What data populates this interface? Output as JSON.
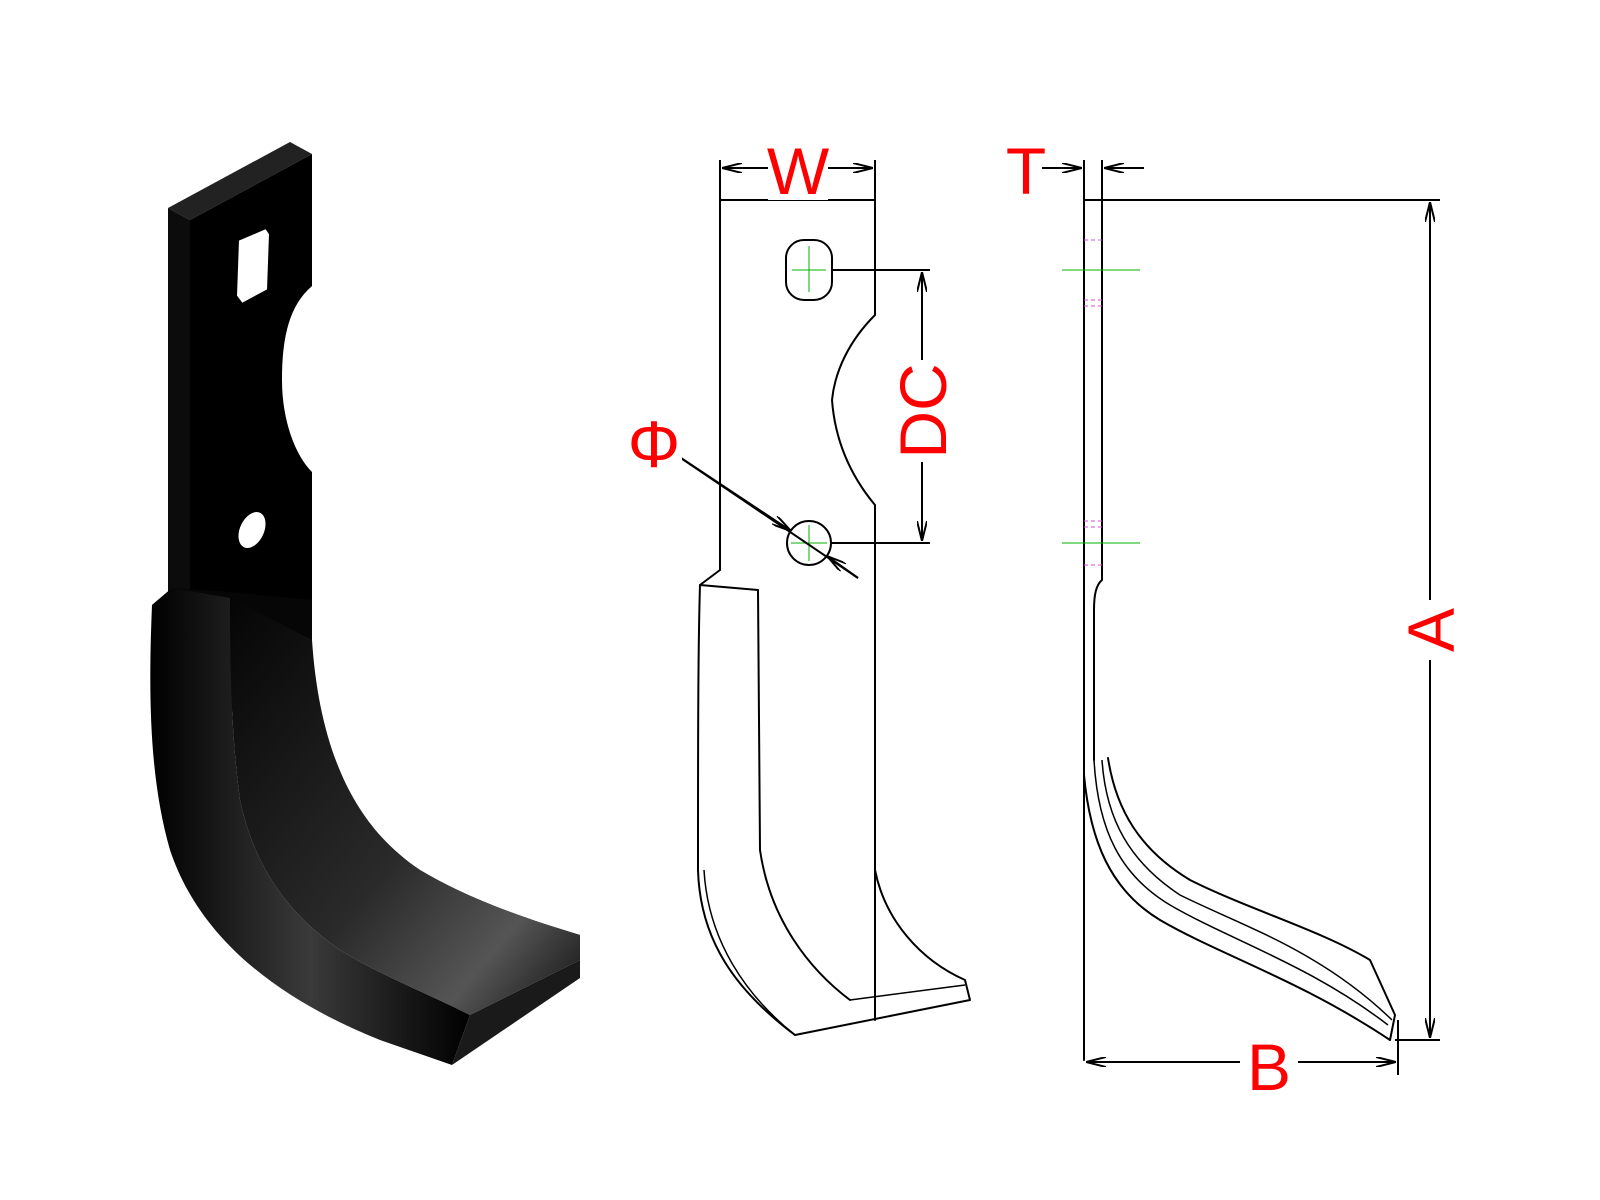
{
  "dimension_labels": {
    "width": "W",
    "thickness": "T",
    "hole_diameter": "Φ",
    "distance_centers": "DC",
    "height": "A",
    "base": "B"
  },
  "colors": {
    "label": "#ff0000",
    "line": "#000000",
    "centerline": "#00b000",
    "hidden_line": "#d64cd6",
    "blade_dark": "#000000",
    "blade_light": "#4a4a4a"
  }
}
